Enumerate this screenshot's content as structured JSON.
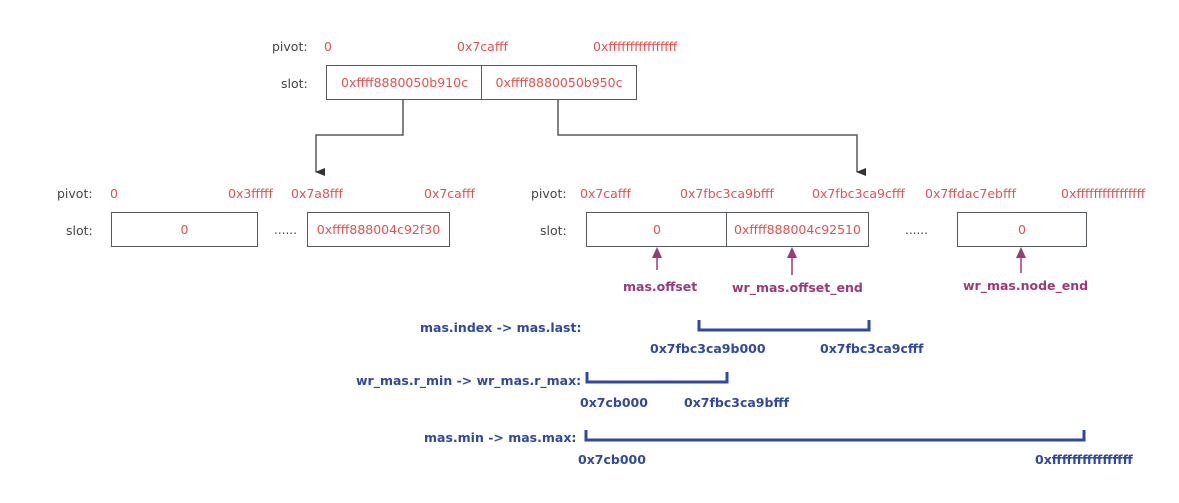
{
  "labels": {
    "pivot": "pivot:",
    "slot": "slot:",
    "ellipsis": "......"
  },
  "colors": {
    "value": "#e05252",
    "pointer": "#9c3a75",
    "range": "#2f49a0",
    "box": "#555a60"
  },
  "root_node": {
    "pivots": [
      "0",
      "0x7cafff",
      "0xffffffffffffffff"
    ],
    "slots": [
      "0xffff8880050b910c",
      "0xffff8880050b950c"
    ]
  },
  "left_node": {
    "pivots": [
      "0",
      "0x3fffff",
      "0x7a8fff",
      "0x7cafff"
    ],
    "slots": [
      "0",
      "0xffff888004c92f30"
    ]
  },
  "right_node": {
    "pivots": [
      "0x7cafff",
      "0x7fbc3ca9bfff",
      "0x7fbc3ca9cfff",
      "0x7ffdac7ebfff",
      "0xffffffffffffffff"
    ],
    "slots": [
      "0",
      "0xffff888004c92510",
      "0"
    ]
  },
  "pointers": [
    {
      "label": "mas.offset"
    },
    {
      "label": "wr_mas.offset_end"
    },
    {
      "label": "wr_mas.node_end"
    }
  ],
  "ranges": [
    {
      "label": "mas.index -> mas.last:",
      "start": "0x7fbc3ca9b000",
      "end": "0x7fbc3ca9cfff"
    },
    {
      "label": "wr_mas.r_min -> wr_mas.r_max:",
      "start": "0x7cb000",
      "end": "0x7fbc3ca9bfff"
    },
    {
      "label": "mas.min -> mas.max:",
      "start": "0x7cb000",
      "end": "0xffffffffffffffff"
    }
  ]
}
